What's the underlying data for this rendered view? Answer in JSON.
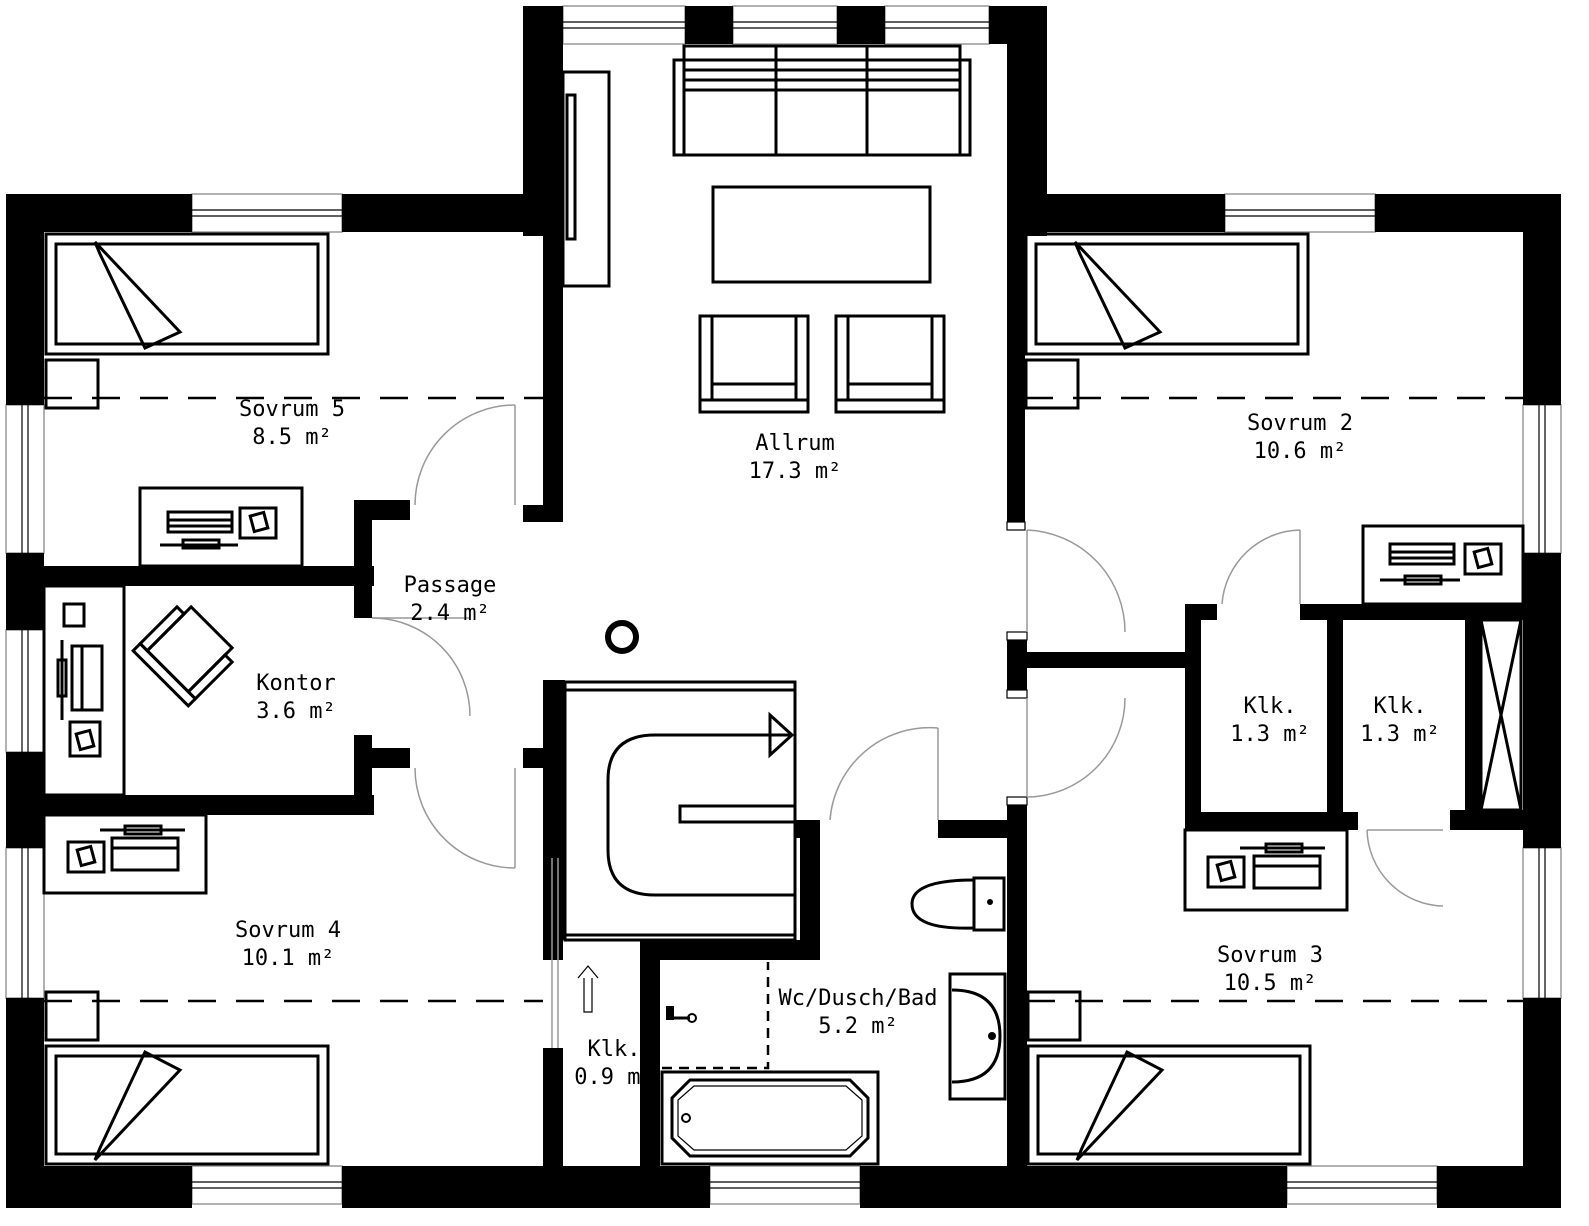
{
  "rooms": [
    {
      "id": "sovrum-5",
      "name": "Sovrum 5",
      "area": "8.5 m²"
    },
    {
      "id": "allrum",
      "name": "Allrum",
      "area": "17.3 m²"
    },
    {
      "id": "sovrum-2",
      "name": "Sovrum 2",
      "area": "10.6 m²"
    },
    {
      "id": "passage",
      "name": "Passage",
      "area": "2.4 m²"
    },
    {
      "id": "kontor",
      "name": "Kontor",
      "area": "3.6 m²"
    },
    {
      "id": "klk-1",
      "name": "Klk.",
      "area": "1.3 m²"
    },
    {
      "id": "klk-2",
      "name": "Klk.",
      "area": "1.3 m²"
    },
    {
      "id": "sovrum-4",
      "name": "Sovrum 4",
      "area": "10.1 m²"
    },
    {
      "id": "wc-dusch-bad",
      "name": "Wc/Dusch/Bad",
      "area": "5.2 m²"
    },
    {
      "id": "sovrum-3",
      "name": "Sovrum 3",
      "area": "10.5 m²"
    },
    {
      "id": "klk-3",
      "name": "Klk.",
      "area": "0.9 m²"
    }
  ]
}
